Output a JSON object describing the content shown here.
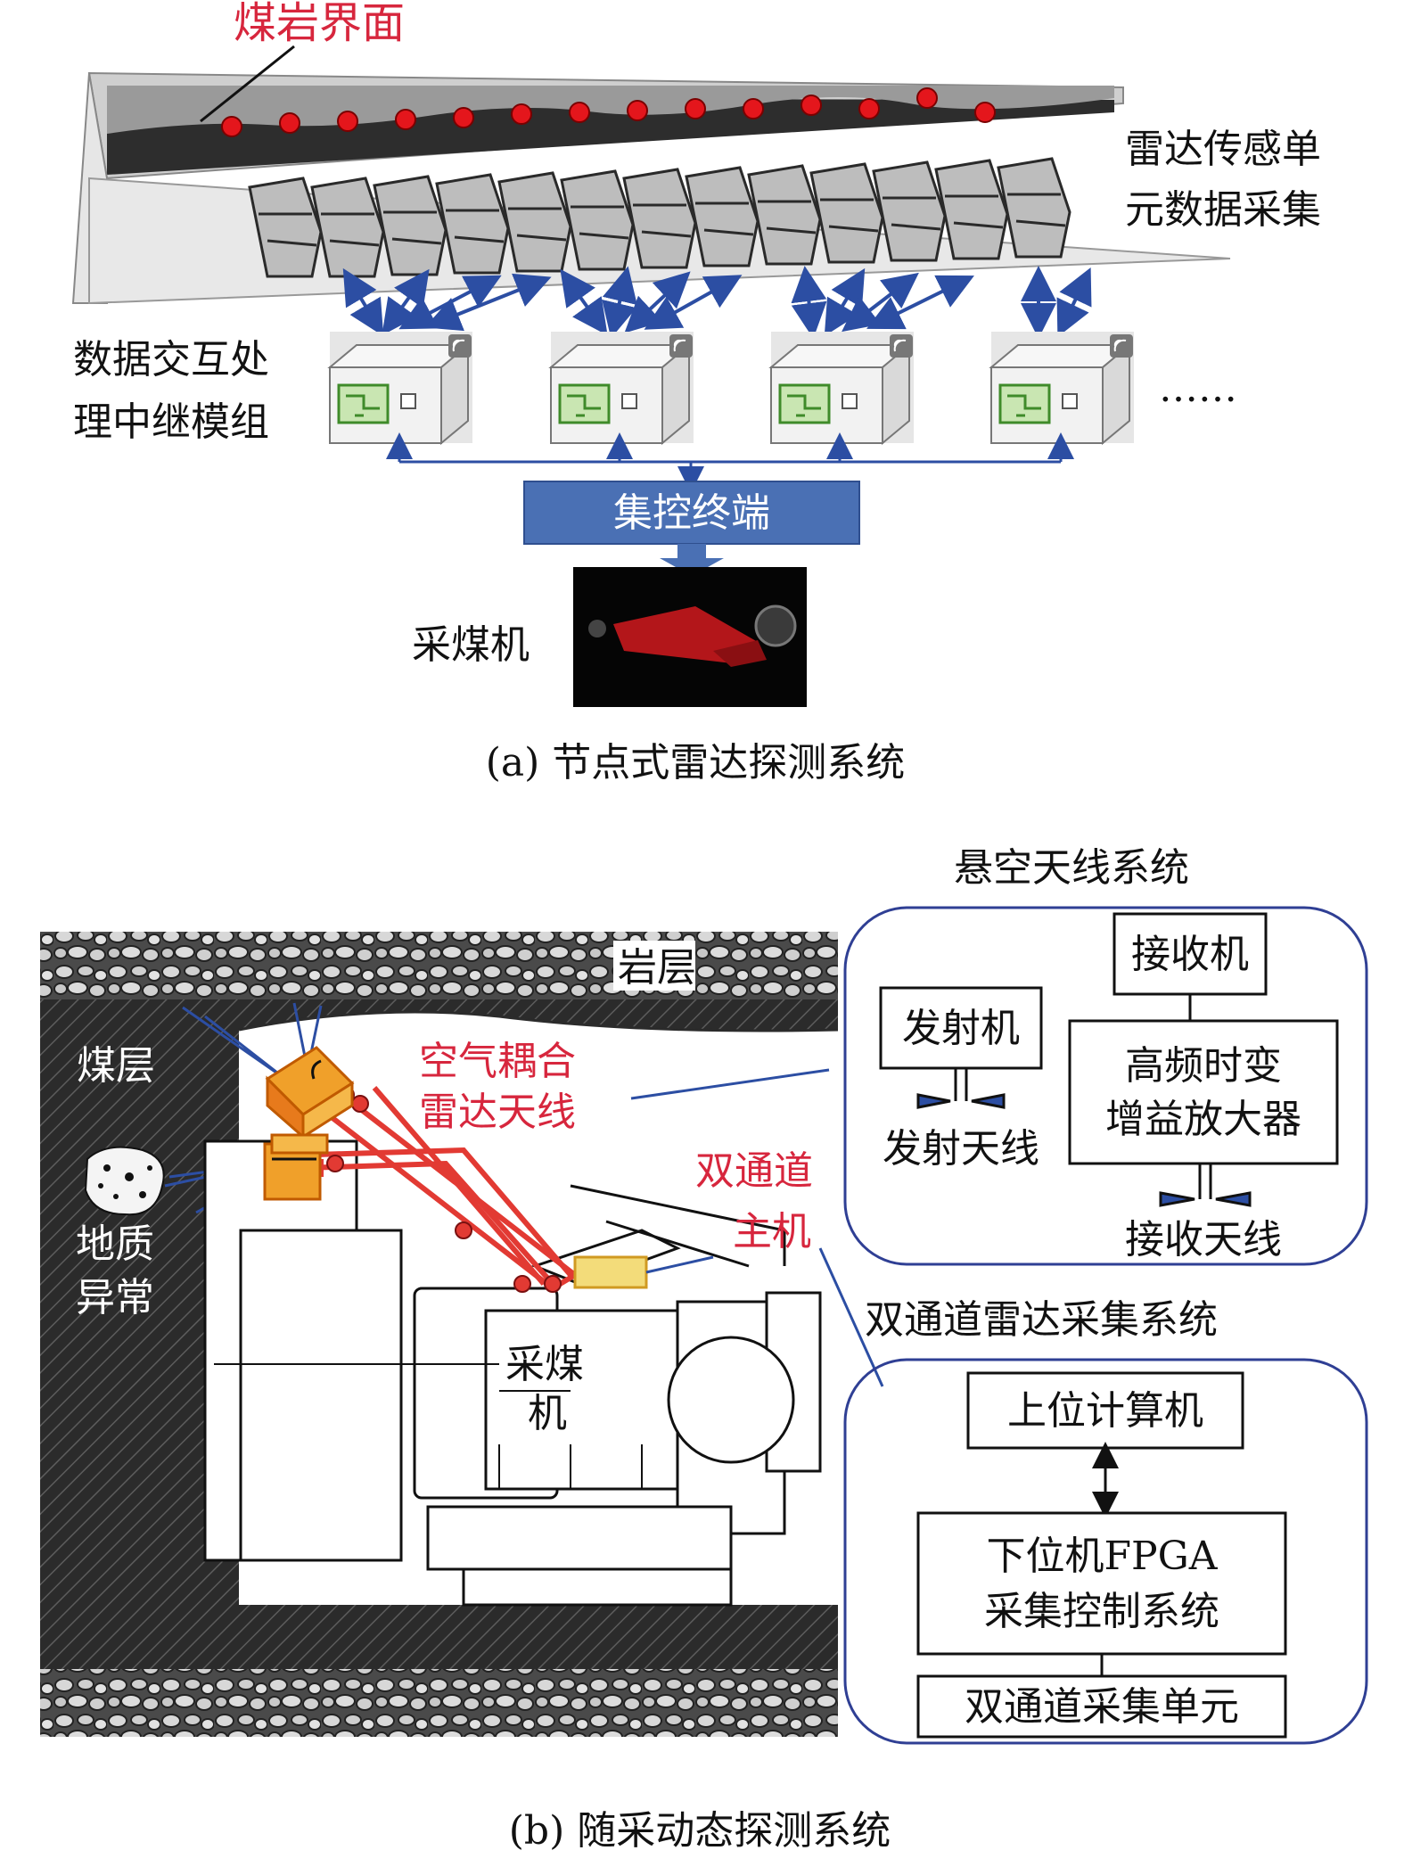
{
  "panel_a": {
    "coal_rock_interface": "煤岩界面",
    "radar_unit_line1": "雷达传感单",
    "radar_unit_line2": "元数据采集",
    "relay_line1": "数据交互处",
    "relay_line2": "理中继模组",
    "ellipsis": "……",
    "central_terminal": "集控终端",
    "shearer": "采煤机",
    "caption": "(a) 节点式雷达探测系统",
    "colors": {
      "interface_dot": "#e4161c",
      "terminal_fill": "#4a70b4",
      "arrow": "#2c4ea3"
    }
  },
  "panel_b": {
    "suspended_antenna_system": "悬空天线系统",
    "rock_layer": "岩层",
    "coal_layer": "煤层",
    "geo_anomaly_line1": "地质",
    "geo_anomaly_line2": "异常",
    "air_coupled_line1": "空气耦合",
    "air_coupled_line2": "雷达天线",
    "dual_host_line1": "双通道",
    "dual_host_line2": "主机",
    "shearer_line1": "采煤",
    "shearer_line2": "机",
    "receiver": "接收机",
    "transmitter": "发射机",
    "amp_line1": "高频时变",
    "amp_line2": "增益放大器",
    "tx_antenna": "发射天线",
    "rx_antenna": "接收天线",
    "dual_channel_system": "双通道雷达采集系统",
    "host_computer": "上位计算机",
    "fpga_line1": "下位机FPGA",
    "fpga_line2": "采集控制系统",
    "dual_channel_unit": "双通道采集单元",
    "caption": "(b) 随采动态探测系统",
    "colors": {
      "label_red": "#d7263d",
      "frame_blue": "#2f3f94",
      "antenna_red": "#e23a33",
      "antenna_orange": "#f0a02a"
    }
  }
}
